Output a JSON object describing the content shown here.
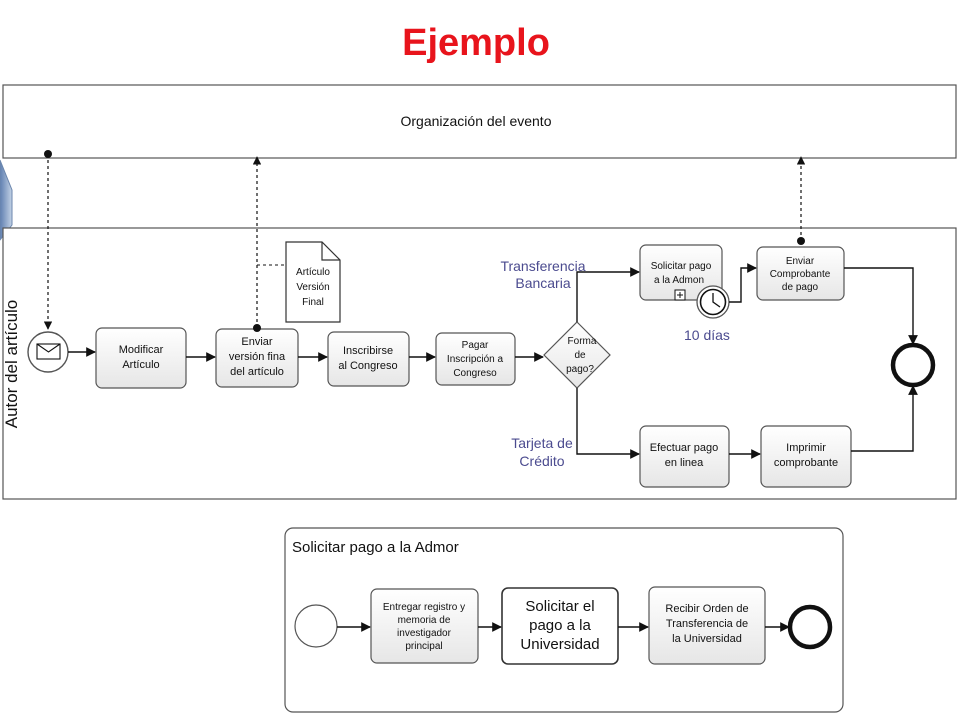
{
  "title": "Ejemplo",
  "colors": {
    "title": "#e8141c",
    "annotation": "#4b4b8f",
    "lane_tab": "#8aa6c9"
  },
  "pools": {
    "organizer": "Organización del evento",
    "author_lane": "Autor del artículo"
  },
  "tasks": {
    "modificar": [
      "Modificar",
      "Artículo"
    ],
    "enviar_version": [
      "Enviar",
      "versión fina",
      "del artículo"
    ],
    "inscribirse": [
      "Inscribirse",
      "al Congreso"
    ],
    "pagar": [
      "Pagar",
      "Inscripción a",
      "Congreso"
    ],
    "solicitar_pago": [
      "Solicitar pago",
      "a la Admon"
    ],
    "enviar_comprobante": [
      "Enviar",
      "Comprobante",
      "de pago"
    ],
    "efectuar_pago": [
      "Efectuar pago",
      "en linea"
    ],
    "imprimir": [
      "Imprimir",
      "comprobante"
    ]
  },
  "data_object": [
    "Artículo",
    "Versión",
    "Final"
  ],
  "gateway": [
    "Forma",
    "de",
    "pago?"
  ],
  "labels": {
    "transferencia": [
      "Transferencia",
      "Bancaria"
    ],
    "tarjeta": [
      "Tarjeta de",
      "Crédito"
    ],
    "timer": "10 días"
  },
  "subprocess": {
    "title": "Solicitar pago a la Admor",
    "tasks": {
      "entregar": [
        "Entregar registro y",
        "memoria de",
        "investigador",
        "principal"
      ],
      "solicitar": [
        "Solicitar el",
        "pago a la",
        "Universidad"
      ],
      "recibir": [
        "Recibir Orden de",
        "Transferencia de",
        "la Universidad"
      ]
    }
  },
  "icons": [
    "envelope-icon",
    "clock-icon",
    "plus-marker-icon",
    "document-icon"
  ]
}
